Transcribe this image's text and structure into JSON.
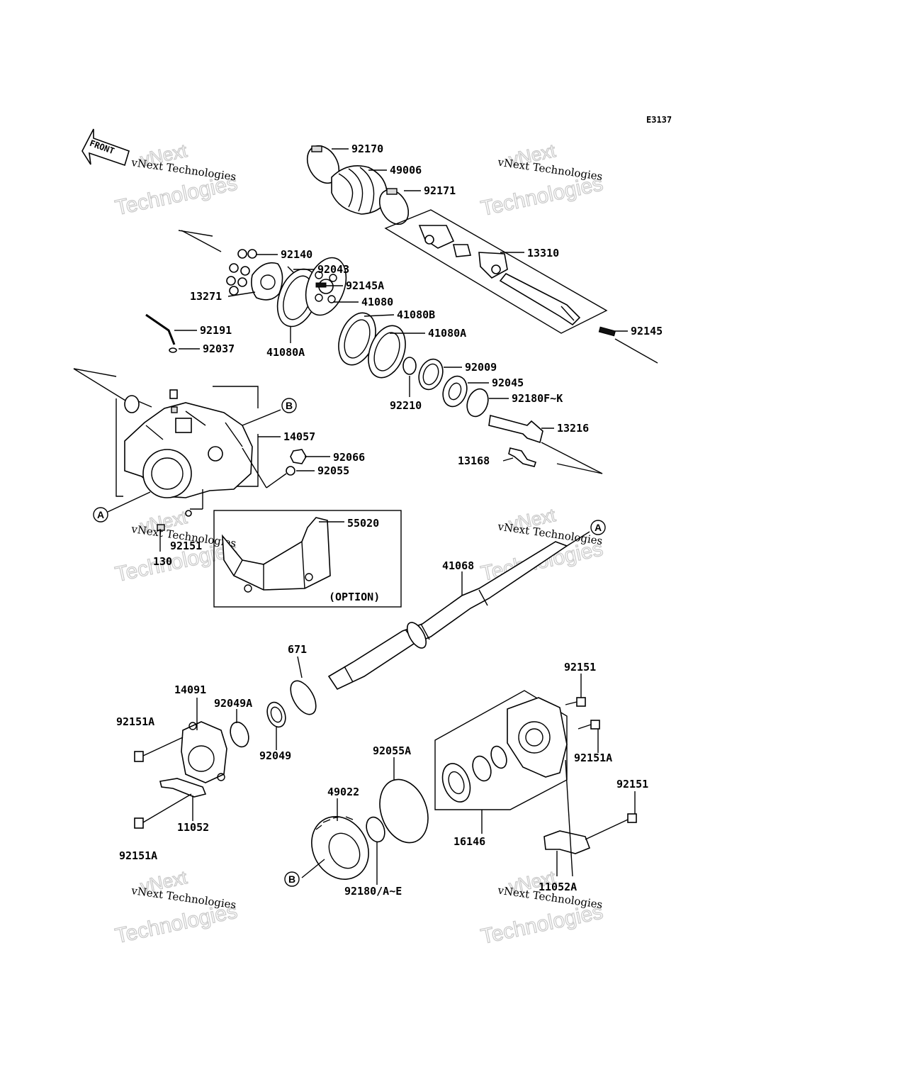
{
  "diagram_code": "E3137",
  "front_label": "FRONT",
  "option_label": "(OPTION)",
  "refs": {
    "a": "A",
    "b": "B"
  },
  "watermark": {
    "company": "vNext Technologies",
    "word_vnext": "vNext",
    "word_tech": "Technologies"
  },
  "parts": {
    "p92170": "92170",
    "p49006": "49006",
    "p92171": "92171",
    "p13310": "13310",
    "p92140": "92140",
    "p92043": "92043",
    "p92145A": "92145A",
    "p13271": "13271",
    "p41080": "41080",
    "p41080B": "41080B",
    "p41080A_r": "41080A",
    "p41080A_l": "41080A",
    "p92145": "92145",
    "p92191": "92191",
    "p92037": "92037",
    "p92009": "92009",
    "p92045": "92045",
    "p92180FK": "92180F~K",
    "p92210": "92210",
    "p13216": "13216",
    "p14057": "14057",
    "p92066": "92066",
    "p92055": "92055",
    "p13168": "13168",
    "p55020": "55020",
    "p130": "130",
    "p41068": "41068",
    "p671": "671",
    "p92151_t": "92151",
    "p14091": "14091",
    "p92049A": "92049A",
    "p92151A_l1": "92151A",
    "p92049": "92049",
    "p92055A": "92055A",
    "p92151A_r": "92151A",
    "p49022": "49022",
    "p11052": "11052",
    "p92151A_l2": "92151A",
    "p16146": "16146",
    "p92151_r": "92151",
    "p92180AE": "92180/A~E",
    "p11052A": "11052A"
  }
}
